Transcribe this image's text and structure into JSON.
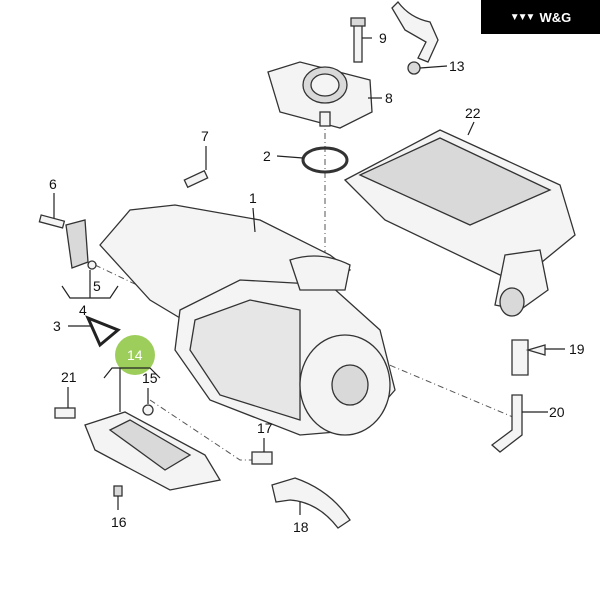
{
  "logo": {
    "mark": "▼▼▼",
    "text": "W&G"
  },
  "callouts": {
    "c1": "1",
    "c2": "2",
    "c3": "3",
    "c4": "4",
    "c5": "5",
    "c6": "6",
    "c7": "7",
    "c8": "8",
    "c9": "9",
    "c13": "13",
    "c14": "14",
    "c15": "15",
    "c16": "16",
    "c17": "17",
    "c18": "18",
    "c19": "19",
    "c20": "20",
    "c21": "21",
    "c22": "22"
  },
  "colors": {
    "highlight": "#8cc63f",
    "logo_bg": "#000000"
  }
}
